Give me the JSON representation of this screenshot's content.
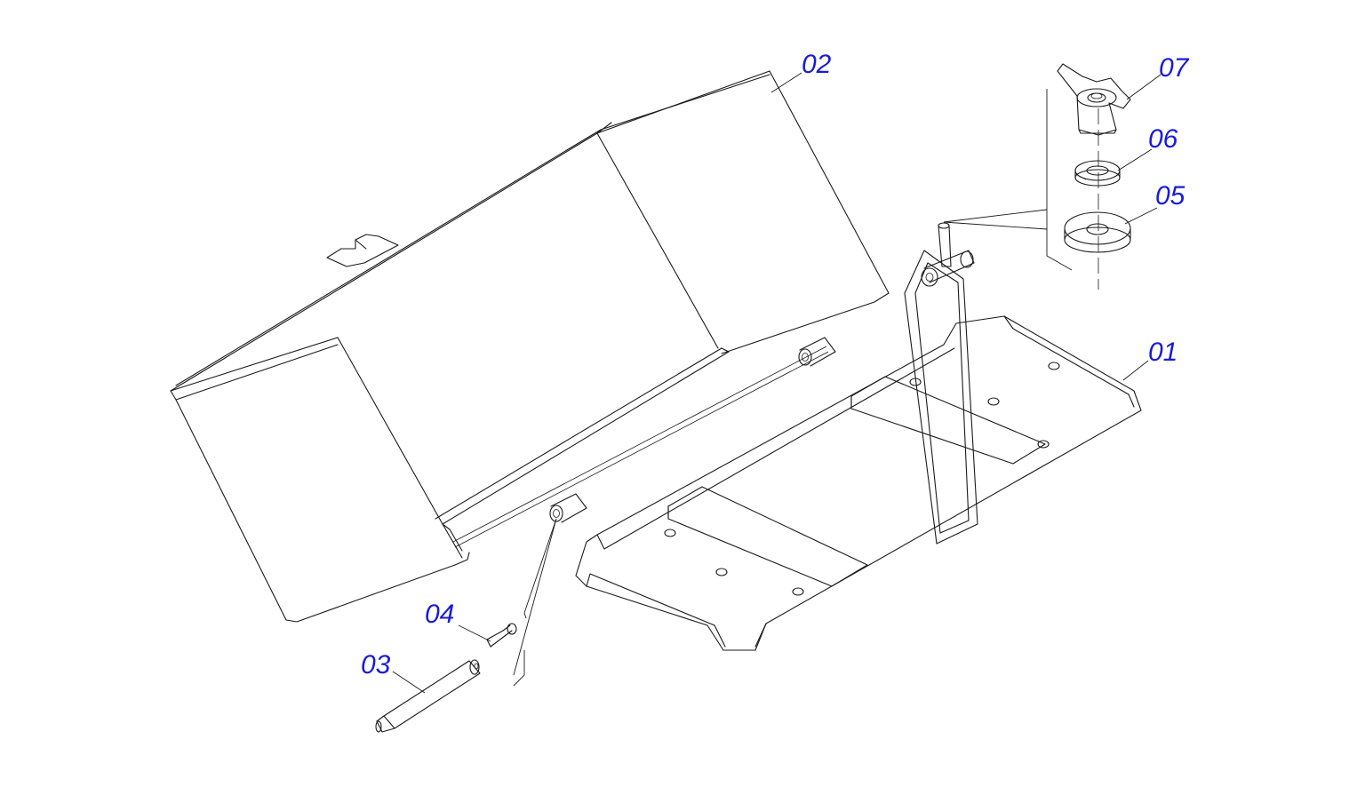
{
  "labels": {
    "p01": "01",
    "p02": "02",
    "p03": "03",
    "p04": "04",
    "p05": "05",
    "p06": "06",
    "p07": "07"
  },
  "colors": {
    "label": "#1a1adc",
    "line": "#1a1a1a",
    "background": "#ffffff"
  }
}
